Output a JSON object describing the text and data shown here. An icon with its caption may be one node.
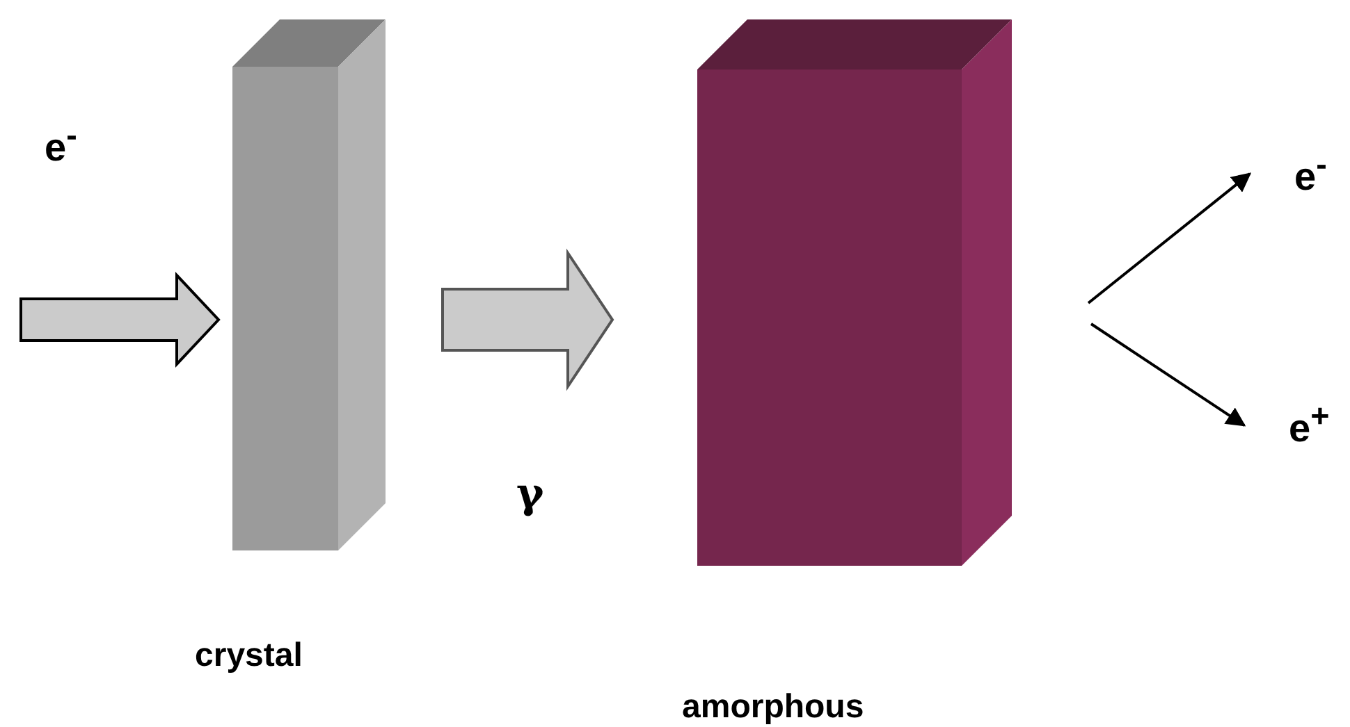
{
  "diagram": {
    "nodes": [
      {
        "text": [
          "crystal"
        ]
      },
      {
        "text": [
          "amorphous"
        ]
      },
      {
        "text": [
          "e$^{-}$"
        ]
      },
      {
        "text": [
          "e$^{+}$"
        ]
      }
    ],
    "edges": [
      {
        "from": null,
        "to": 0,
        "arrow": "to",
        "style": "thick"
      },
      {
        "from": 0,
        "to": 1,
        "arrow": "to",
        "style": "thick",
        "label": "γ"
      },
      {
        "from": null,
        "to": 2,
        "arrow": "to"
      },
      {
        "from": null,
        "to": 3,
        "arrow": "to"
      }
    ],
    "labels": [
      "e$^{-}$"
    ]
  }
}
